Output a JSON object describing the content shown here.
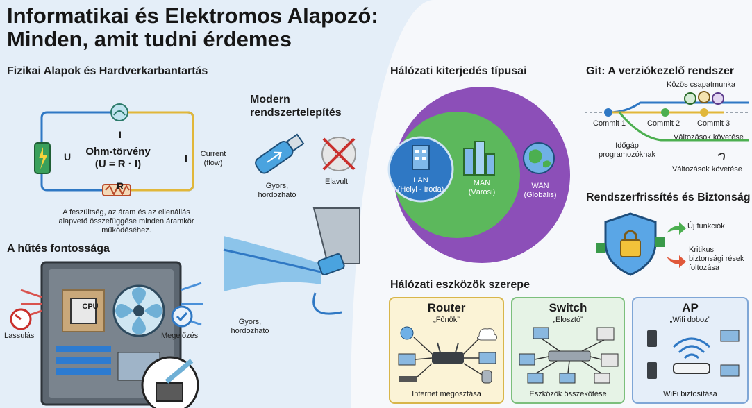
{
  "title": {
    "line1": "Informatikai és Elektromos Alapozó:",
    "line2": "Minden, amit tudni érdemes"
  },
  "physical": {
    "heading": "Fizikai Alapok és Hardverkarbantartás",
    "ohm_title": "Ohm-törvény",
    "ohm_formula": "(U = R · I)",
    "label_u": "U",
    "label_i_top": "I",
    "label_i_right": "I",
    "label_r": "R",
    "current_line1": "Current",
    "current_line2": "(flow)",
    "desc_line1": "A feszültség, az áram és az ellenállás",
    "desc_line2": "alapvető összefüggése minden áramkör",
    "desc_line3": "működéséhez."
  },
  "cooling": {
    "heading": "A hűtés fontossága",
    "cpu": "CPU",
    "slow": "Lassulás",
    "prevent": "Megelőzés"
  },
  "install": {
    "heading_line1": "Modern",
    "heading_line2": "rendszertelepítés",
    "usb_label_line1": "Gyors,",
    "usb_label_line2": "hordozható",
    "old_label": "Elavult",
    "laptop_label_line1": "Gyors,",
    "laptop_label_line2": "hordozható"
  },
  "network_types": {
    "heading": "Hálózati kiterjedés típusai",
    "lan": "LAN",
    "lan_sub": "(Helyi - Iroda)",
    "man": "MAN",
    "man_sub": "(Városi)",
    "wan": "WAN",
    "wan_sub": "(Globális)"
  },
  "git": {
    "heading": "Git: A verziókezelő rendszer",
    "team": "Közös csapatmunka",
    "commit1": "Commit 1",
    "commit2": "Commit 2",
    "commit3": "Commit 3",
    "changes1": "Változások követése",
    "gap_line1": "Időgáp",
    "gap_line2": "programozóknak",
    "changes2": "Változások követése"
  },
  "security": {
    "heading": "Rendszerfrissítés és Biztonság",
    "new_features": "Új funkciók",
    "critical_line1": "Kritikus",
    "critical_line2": "biztonsági rések",
    "critical_line3": "foltozása"
  },
  "devices": {
    "heading": "Hálózati eszközök szerepe",
    "router": {
      "title": "Router",
      "sub": "„Főnök”",
      "foot": "Internet megosztása"
    },
    "switch": {
      "title": "Switch",
      "sub": "„Elosztó”",
      "foot": "Eszközök összekötése"
    },
    "ap": {
      "title": "AP",
      "sub": "„Wifi doboz”",
      "foot": "WiFi biztosítása"
    }
  },
  "colors": {
    "wan": "#8c4fb8",
    "man": "#5cb85c",
    "lan": "#2f78c4",
    "router_bg": "#fbf3d6",
    "switch_bg": "#e6f3e6",
    "ap_bg": "#e5eef9"
  }
}
